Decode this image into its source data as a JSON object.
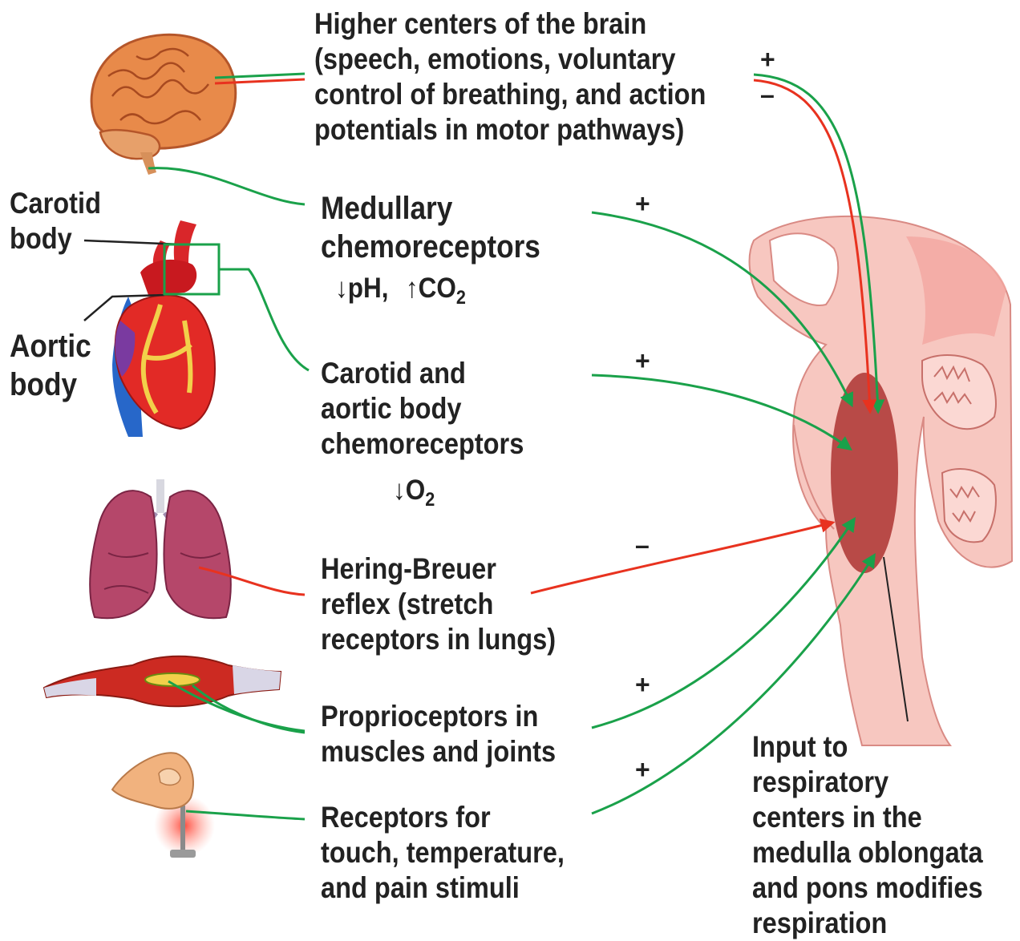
{
  "colors": {
    "excitatory": "#1aa14a",
    "inhibitory": "#e8321f",
    "brainstem": "#f4b6b0",
    "respiratory_center": "#b84a47"
  },
  "inputs": {
    "higher_centers": "Higher centers of the brain\n(speech, emotions, voluntary\ncontrol of breathing, and action\npotentials in motor pathways)",
    "higher_centers_plus": "+",
    "higher_centers_minus": "–",
    "medullary": "Medullary\nchemoreceptors",
    "medullary_stimulus_ph": "↓pH,",
    "medullary_stimulus_co2": "↑CO",
    "medullary_stimulus_co2_sub": "2",
    "medullary_sign": "+",
    "carotid_aortic": "Carotid and\naortic body\nchemoreceptors",
    "carotid_aortic_stimulus": "↓O",
    "carotid_aortic_stimulus_sub": "2",
    "carotid_aortic_sign": "+",
    "hering_breuer": "Hering-Breuer\nreflex (stretch\nreceptors in lungs)",
    "hering_breuer_sign": "–",
    "proprioceptors": "Proprioceptors in\nmuscles and joints",
    "proprioceptors_sign": "+",
    "touch": "Receptors for\ntouch, temperature,\nand pain stimuli",
    "touch_sign": "+"
  },
  "anatomy": {
    "carotid_body": "Carotid\nbody",
    "aortic_body": "Aortic\nbody"
  },
  "output": {
    "label": "Input to respiratory\ncenters in the\nmedulla oblongata\nand pons modifies\nrespiration"
  },
  "icons": [
    "brain-icon",
    "heart-icon",
    "lungs-icon",
    "muscle-icon",
    "finger-on-tack-icon",
    "brainstem-icon"
  ]
}
